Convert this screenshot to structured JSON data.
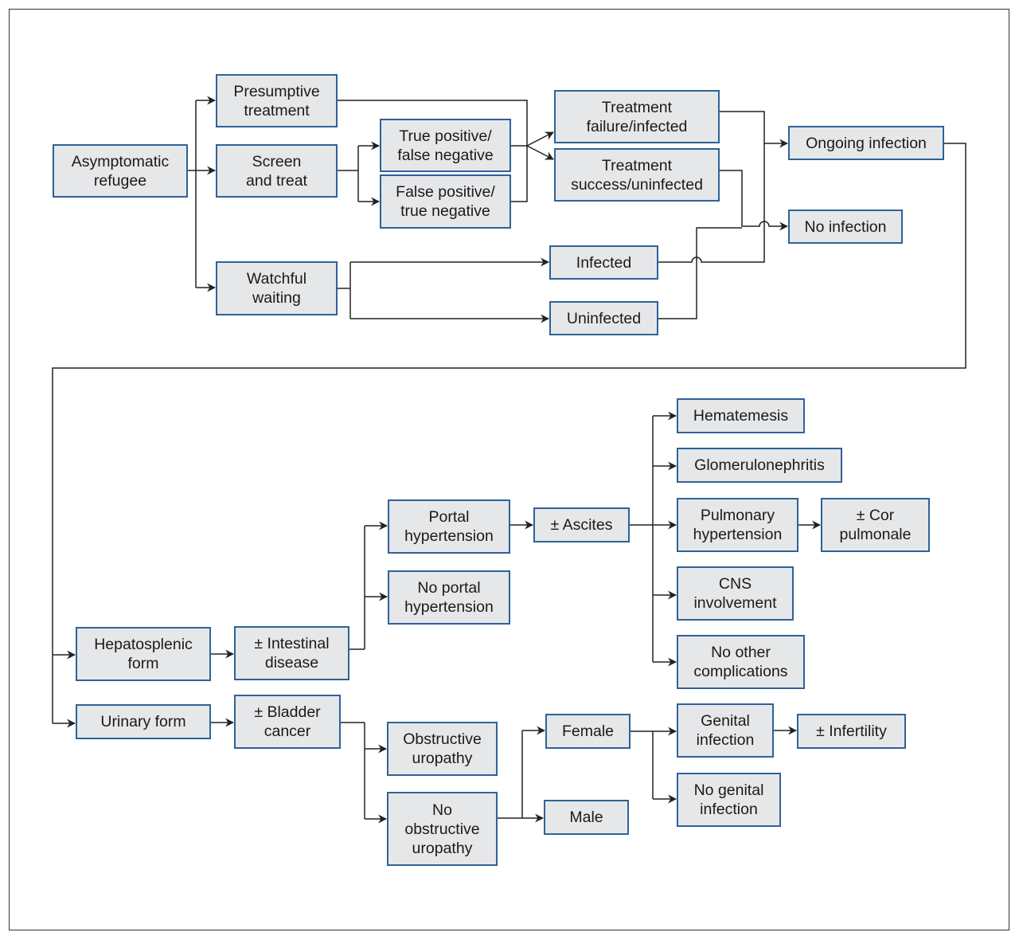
{
  "nodes": {
    "asymptomatic_refugee": "Asymptomatic\nrefugee",
    "presumptive_treatment": "Presumptive\ntreatment",
    "screen_and_treat": "Screen\nand treat",
    "watchful_waiting": "Watchful\nwaiting",
    "true_positive": "True positive/\nfalse negative",
    "false_positive": "False positive/\ntrue negative",
    "treatment_failure": "Treatment\nfailure/infected",
    "treatment_success": "Treatment\nsuccess/uninfected",
    "ongoing_infection": "Ongoing infection",
    "no_infection": "No infection",
    "infected": "Infected",
    "uninfected": "Uninfected",
    "hepatosplenic_form": "Hepatosplenic\nform",
    "intestinal_disease": "± Intestinal\ndisease",
    "portal_hypertension": "Portal\nhypertension",
    "no_portal_hypertension": "No portal\nhypertension",
    "ascites": "± Ascites",
    "hematemesis": "Hematemesis",
    "glomerulonephritis": "Glomerulonephritis",
    "pulmonary_hypertension": "Pulmonary\nhypertension",
    "cor_pulmonale": "± Cor\npulmonale",
    "cns_involvement": "CNS\ninvolvement",
    "no_other_complications": "No other\ncomplications",
    "urinary_form": "Urinary form",
    "bladder_cancer": "± Bladder\ncancer",
    "obstructive_uropathy": "Obstructive\nuropathy",
    "no_obstructive_uropathy": "No\nobstructive\nuropathy",
    "female": "Female",
    "male": "Male",
    "genital_infection": "Genital\ninfection",
    "no_genital_infection": "No genital\ninfection",
    "infertility": "± Infertility"
  },
  "colors": {
    "box_fill": "#e6e7e9",
    "box_border": "#2f6299",
    "line": "#222222"
  }
}
